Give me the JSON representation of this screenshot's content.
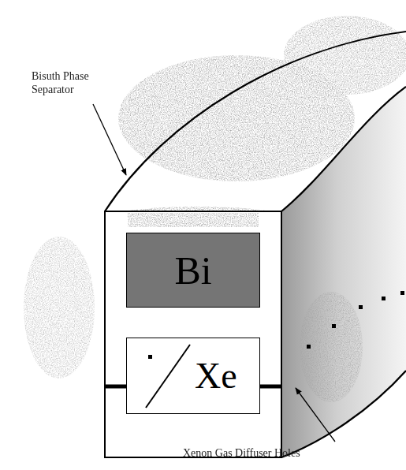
{
  "diagram": {
    "nodes": [
      {
        "text": [
          "Bi"
        ]
      },
      {
        "text": [
          "Xe"
        ]
      }
    ],
    "labels": [
      "Bisuth Phase Separator",
      "Xenon Gas Diffuser Holes"
    ]
  }
}
